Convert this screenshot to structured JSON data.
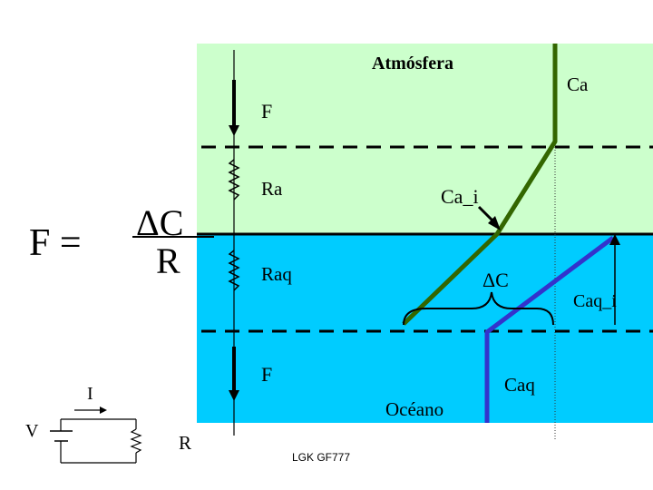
{
  "regions": {
    "atmosphere_label": "Atmósfera",
    "ocean_label": "Océano"
  },
  "labels": {
    "ca": "Ca",
    "ca_i": "Ca_i",
    "caq": "Caq",
    "caq_i": "Caq_i",
    "delta_c": "ΔC",
    "flux_top": "F",
    "flux_bottom": "F",
    "ra": "Ra",
    "raq": "Raq"
  },
  "equation": {
    "lhs": "F =",
    "numerator": "ΔC",
    "denominator": "R"
  },
  "circuit": {
    "current": "I",
    "voltage": "V",
    "resistance": "R"
  },
  "footer": {
    "credit": "LGK GF777"
  },
  "colors": {
    "atmosphere": "#ccffcc",
    "ocean": "#00ccff",
    "air_profile": "#336600",
    "ocean_profile": "#3333cc",
    "interface_line": "#000000"
  }
}
